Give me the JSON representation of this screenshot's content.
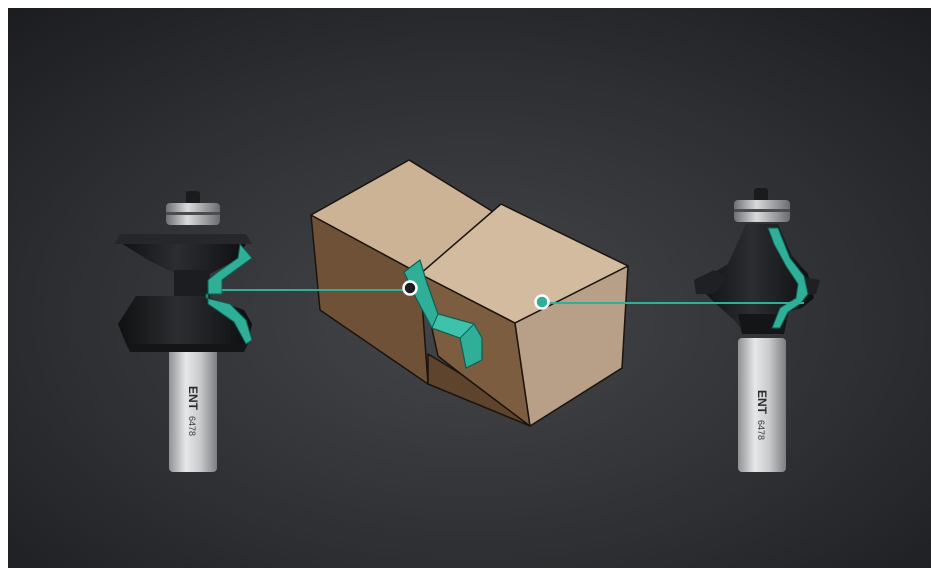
{
  "scene": {
    "kind": "product illustration",
    "colors": {
      "background_center": "#3f4145",
      "background_edge": "#1d1e21",
      "accent": "#2fae98",
      "wood_top": "#cdb497",
      "wood_front": "#7a5a3e",
      "wood_side": "#b9a08a",
      "cutter_body": "#1a1b1d",
      "shank": "#c8c9cb"
    },
    "left_bit": {
      "icon": "router-bit-glue-joint-icon",
      "brand": "ENT",
      "model": "6478"
    },
    "right_bit": {
      "icon": "router-bit-ogee-icon",
      "brand": "ENT",
      "model": "6478"
    },
    "wood_block": {
      "icon": "wood-block-joint-icon"
    }
  }
}
